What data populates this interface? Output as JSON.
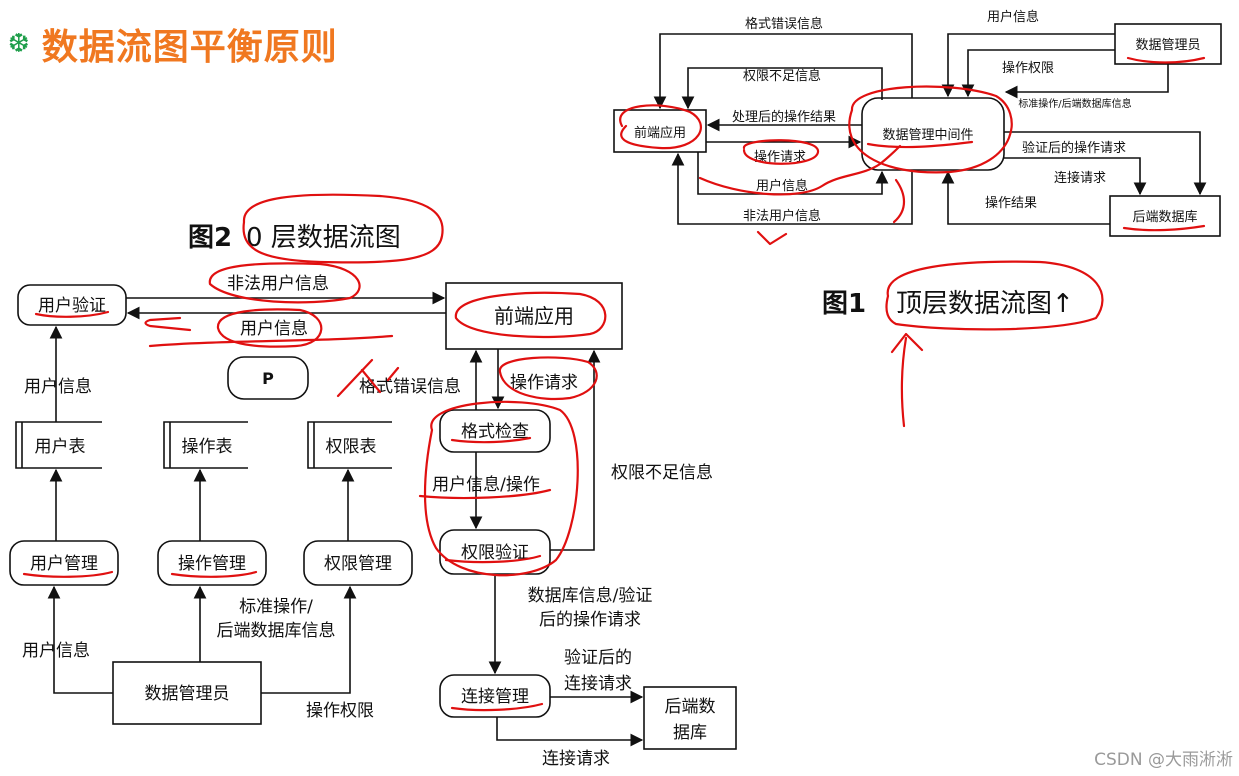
{
  "page": {
    "title": "数据流图平衡原则",
    "bullet_icon": "snowflake-icon",
    "watermark": "CSDN @大雨淅淅"
  },
  "figure1": {
    "caption_prefix": "图1",
    "caption_text": "顶层数据流图↑",
    "nodes": {
      "frontend": "前端应用",
      "middleware": "数据管理中间件",
      "admin": "数据管理员",
      "backend_db": "后端数据库"
    },
    "flows": {
      "format_error": "格式错误信息",
      "insufficient_perm": "权限不足信息",
      "processed_result": "处理后的操作结果",
      "operation_request": "操作请求",
      "user_info": "用户信息",
      "illegal_user": "非法用户信息",
      "admin_user_info": "用户信息",
      "op_permission": "操作权限",
      "std_ops_db_info": "标准操作/后端数据库信息",
      "verified_request": "验证后的操作请求",
      "connect_request": "连接请求",
      "op_result": "操作结果"
    }
  },
  "figure2": {
    "caption_prefix": "图2",
    "caption_text": "0 层数据流图",
    "nodes": {
      "user_verify": "用户验证",
      "frontend": "前端应用",
      "p": "P",
      "format_check": "格式检查",
      "perm_verify": "权限验证",
      "user_table": "用户表",
      "op_table": "操作表",
      "perm_table": "权限表",
      "user_mgmt": "用户管理",
      "op_mgmt": "操作管理",
      "perm_mgmt": "权限管理",
      "admin": "数据管理员",
      "conn_mgmt": "连接管理",
      "backend_db_l1": "后端数",
      "backend_db_l2": "据库"
    },
    "flows": {
      "illegal_user": "非法用户信息",
      "user_info_top": "用户信息",
      "format_error": "格式错误信息",
      "operation_request": "操作请求",
      "user_info_op": "用户信息/操作",
      "insufficient_perm": "权限不足信息",
      "user_info_left": "用户信息",
      "std_ops_l1": "标准操作/",
      "std_ops_l2": "后端数据库信息",
      "user_info_bottom": "用户信息",
      "op_permission": "操作权限",
      "db_info_l1": "数据库信息/验证",
      "db_info_l2": "后的操作请求",
      "verified_conn_l1": "验证后的",
      "verified_conn_l2": "连接请求",
      "connect_request": "连接请求"
    }
  }
}
